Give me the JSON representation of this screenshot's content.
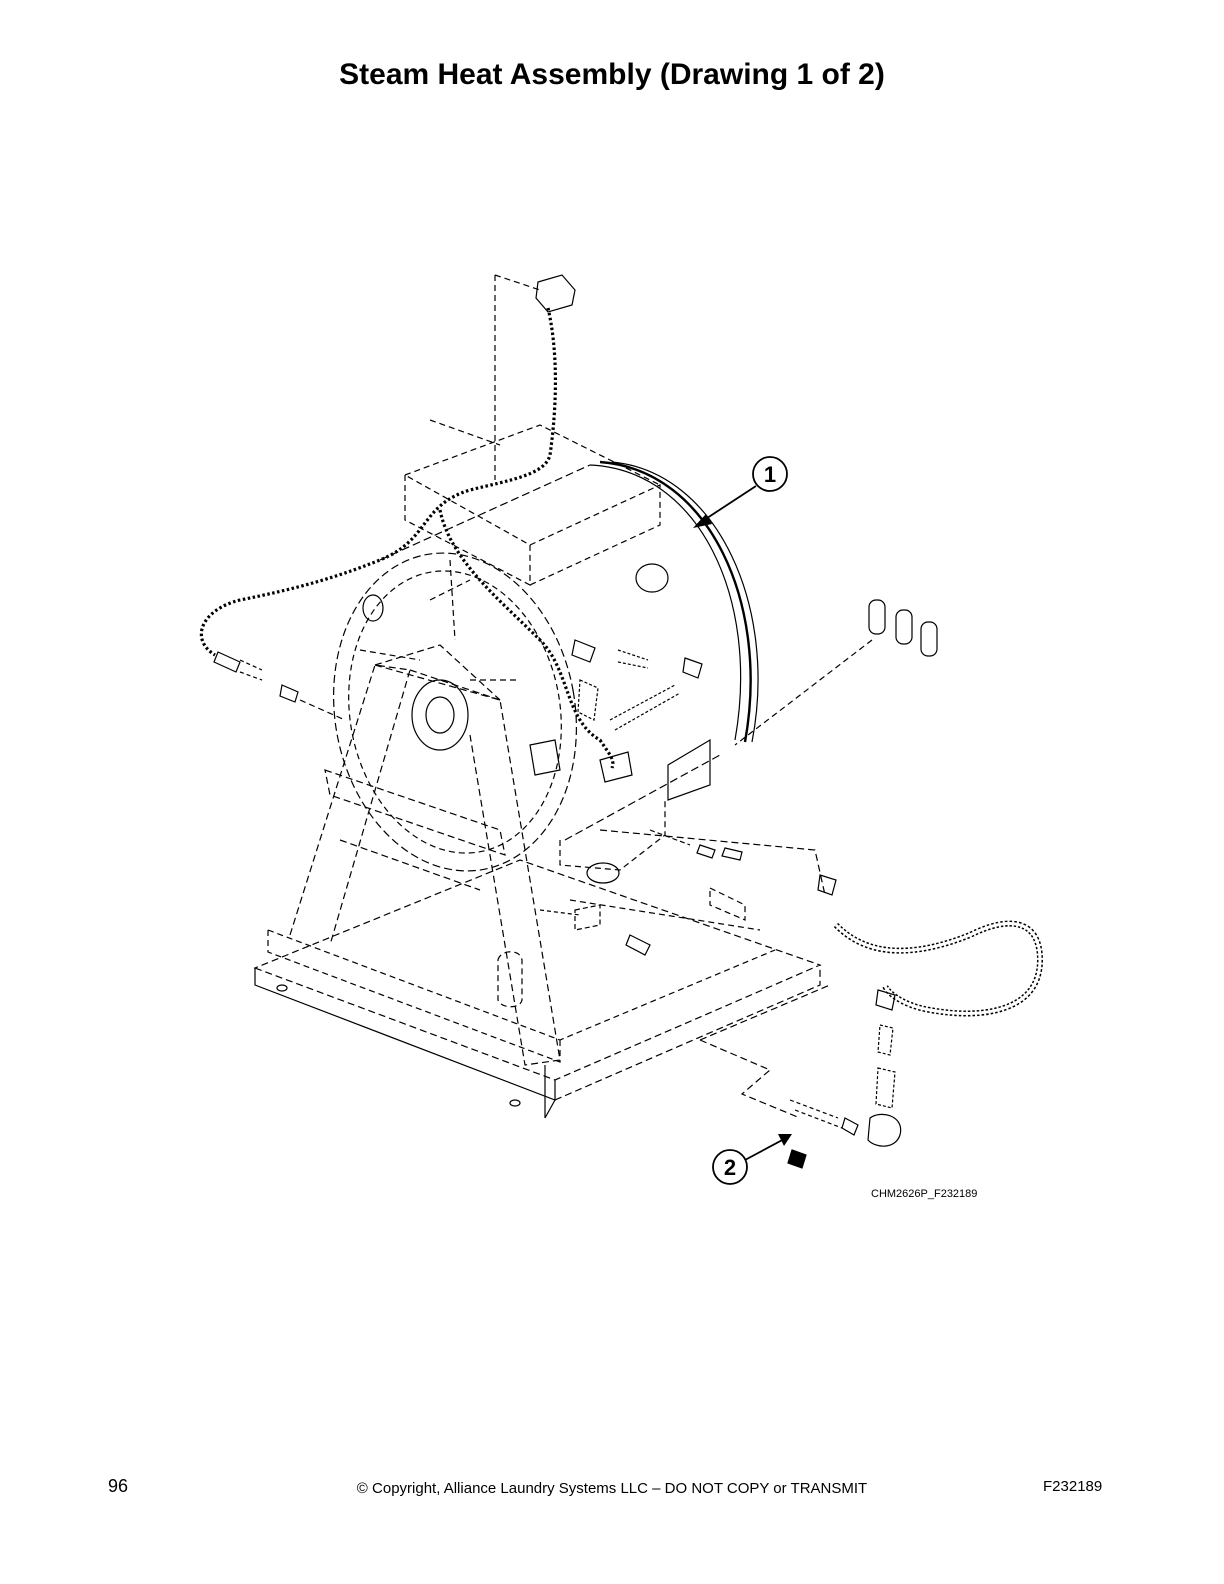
{
  "page": {
    "title": "Steam Heat Assembly (Drawing 1 of 2)",
    "figure_code": "CHM2626P_F232189",
    "page_number": "96",
    "copyright": "© Copyright, Alliance Laundry Systems LLC – DO NOT COPY or TRANSMIT",
    "footer_code": "F232189"
  },
  "callouts": [
    {
      "label": "1"
    },
    {
      "label": "2"
    }
  ]
}
